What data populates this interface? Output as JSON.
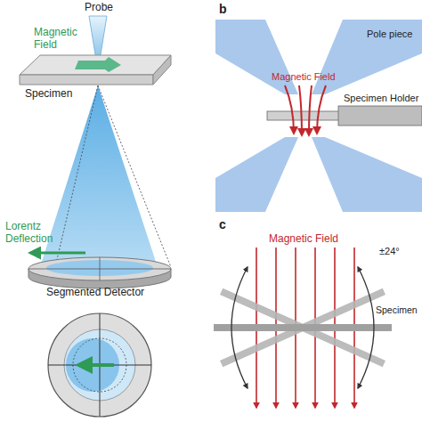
{
  "diagram": {
    "labels": [
      "Probe",
      "Magnetic Field",
      "Specimen",
      "Lorentz Deflection",
      "Segmented Detector",
      "b",
      "Pole piece",
      "Magnetic Field",
      "Specimen Holder",
      "c",
      "Magnetic Field",
      "±24°",
      "Specimen"
    ]
  }
}
